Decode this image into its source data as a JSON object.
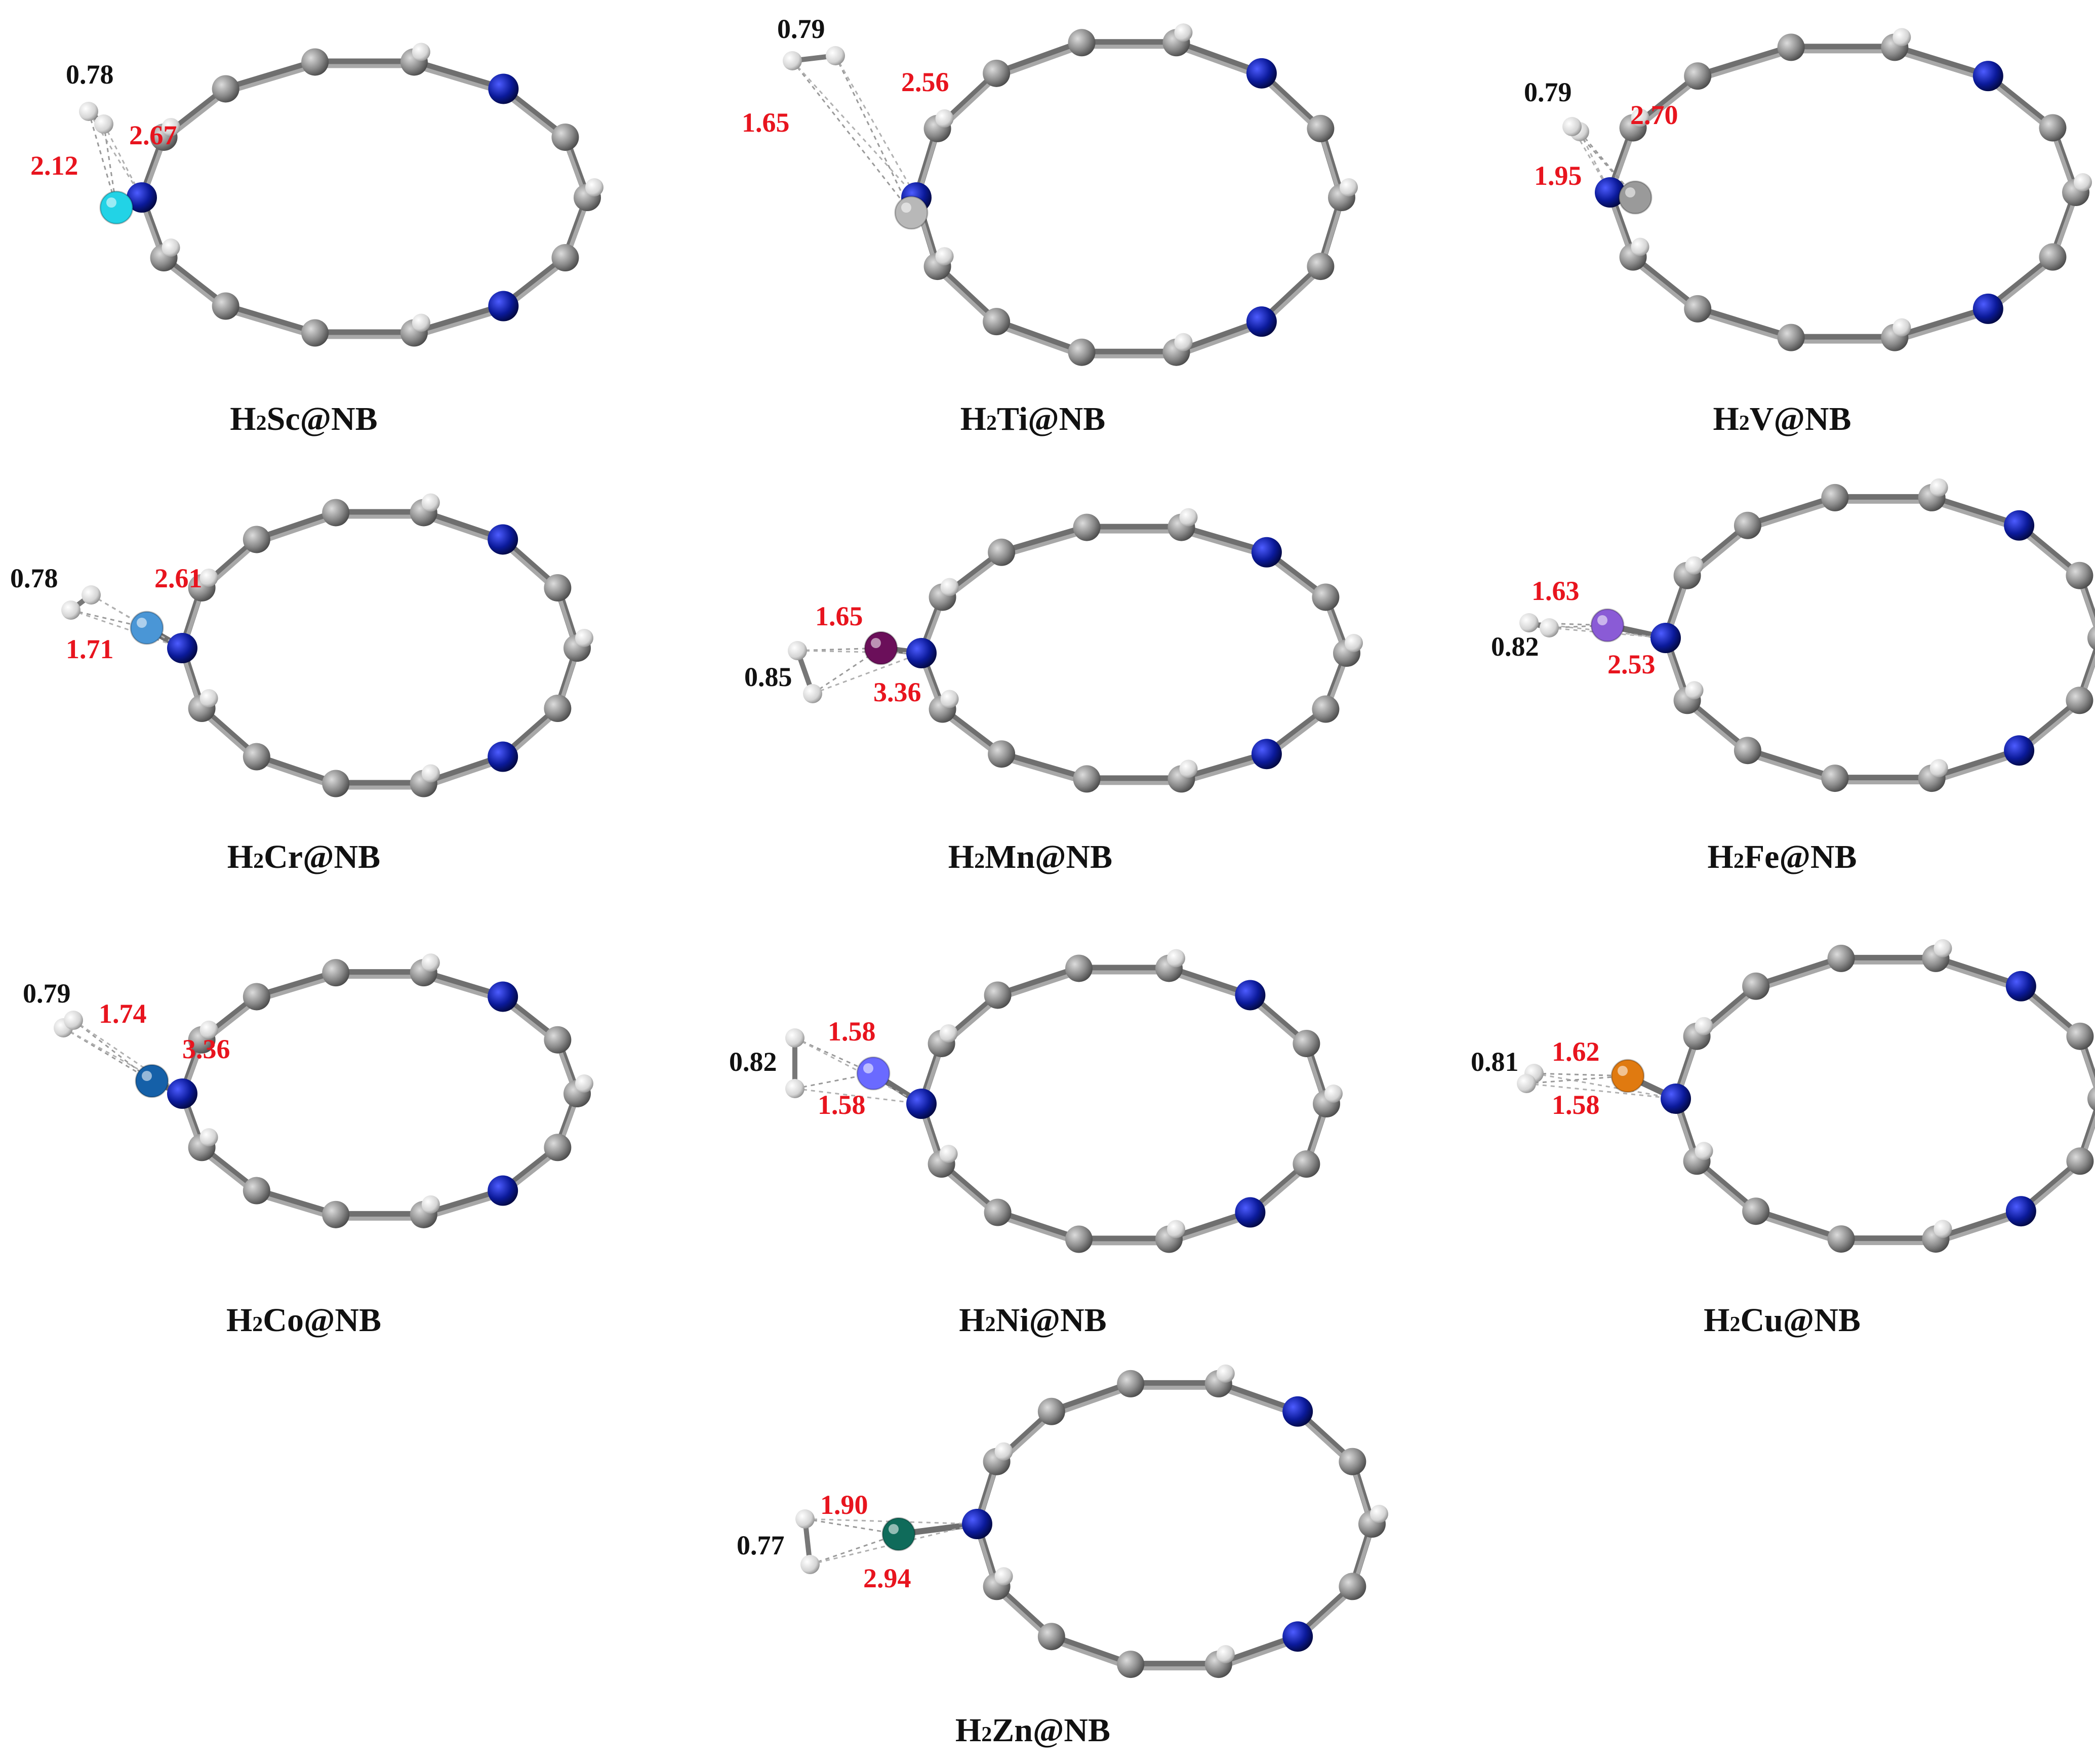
{
  "panels": [
    {
      "id": "sc",
      "metal": "Sc",
      "caption_h": "H",
      "caption_sub": "2",
      "caption_rest": "Sc@NB",
      "metal_color": "#22d3e6",
      "hh": "0.78",
      "d1": "2.12",
      "d2": "2.67",
      "variant": "hover"
    },
    {
      "id": "ti",
      "metal": "Ti",
      "caption_h": "H",
      "caption_sub": "2",
      "caption_rest": "Ti@NB",
      "metal_color": "#b8b8b8",
      "hh": "0.79",
      "d1": "1.65",
      "d2": "2.56",
      "variant": "top"
    },
    {
      "id": "v",
      "metal": "V",
      "caption_h": "H",
      "caption_sub": "2",
      "caption_rest": "V@NB",
      "metal_color": "#9a9a9a",
      "hh": "0.79",
      "d1": "1.95",
      "d2": "2.70",
      "variant": "top"
    },
    {
      "id": "cr",
      "metal": "Cr",
      "caption_h": "H",
      "caption_sub": "2",
      "caption_rest": "Cr@NB",
      "metal_color": "#4a96d6",
      "hh": "0.78",
      "d1": "1.71",
      "d2": "2.61",
      "variant": "side"
    },
    {
      "id": "mn",
      "metal": "Mn",
      "caption_h": "H",
      "caption_sub": "2",
      "caption_rest": "Mn@NB",
      "metal_color": "#6b0f5a",
      "hh": "0.85",
      "d1": "1.65",
      "d2": "3.36",
      "variant": "vertical"
    },
    {
      "id": "fe",
      "metal": "Fe",
      "caption_h": "H",
      "caption_sub": "2",
      "caption_rest": "Fe@NB",
      "metal_color": "#8a5bd6",
      "hh": "0.82",
      "d1": "1.63",
      "d2": "2.53",
      "variant": "side"
    },
    {
      "id": "co",
      "metal": "Co",
      "caption_h": "H",
      "caption_sub": "2",
      "caption_rest": "Co@NB",
      "metal_color": "#1560a8",
      "hh": "0.79",
      "d1": "1.74",
      "d2": "3.36",
      "variant": "side"
    },
    {
      "id": "ni",
      "metal": "Ni",
      "caption_h": "H",
      "caption_sub": "2",
      "caption_rest": "Ni@NB",
      "metal_color": "#6a6aff",
      "hh": "0.82",
      "d1": "1.58",
      "d2": "1.58",
      "variant": "vertical"
    },
    {
      "id": "cu",
      "metal": "Cu",
      "caption_h": "H",
      "caption_sub": "2",
      "caption_rest": "Cu@NB",
      "metal_color": "#e07a10",
      "hh": "0.81",
      "d1": "1.62",
      "d2": "1.58",
      "variant": "vertical"
    },
    {
      "id": "zn",
      "metal": "Zn",
      "caption_h": "H",
      "caption_sub": "2",
      "caption_rest": "Zn@NB",
      "metal_color": "#0f6b5a",
      "hh": "0.77",
      "d1": "1.90",
      "d2": "2.94",
      "variant": "vertical"
    }
  ],
  "colors": {
    "carbon": "#8a8a8a",
    "nitrogen": "#0b1a9a",
    "hydrogen": "#e6e6e6",
    "bond_length_red": "#e8141e",
    "bond_length_black": "#111111",
    "bond": "#888888"
  }
}
